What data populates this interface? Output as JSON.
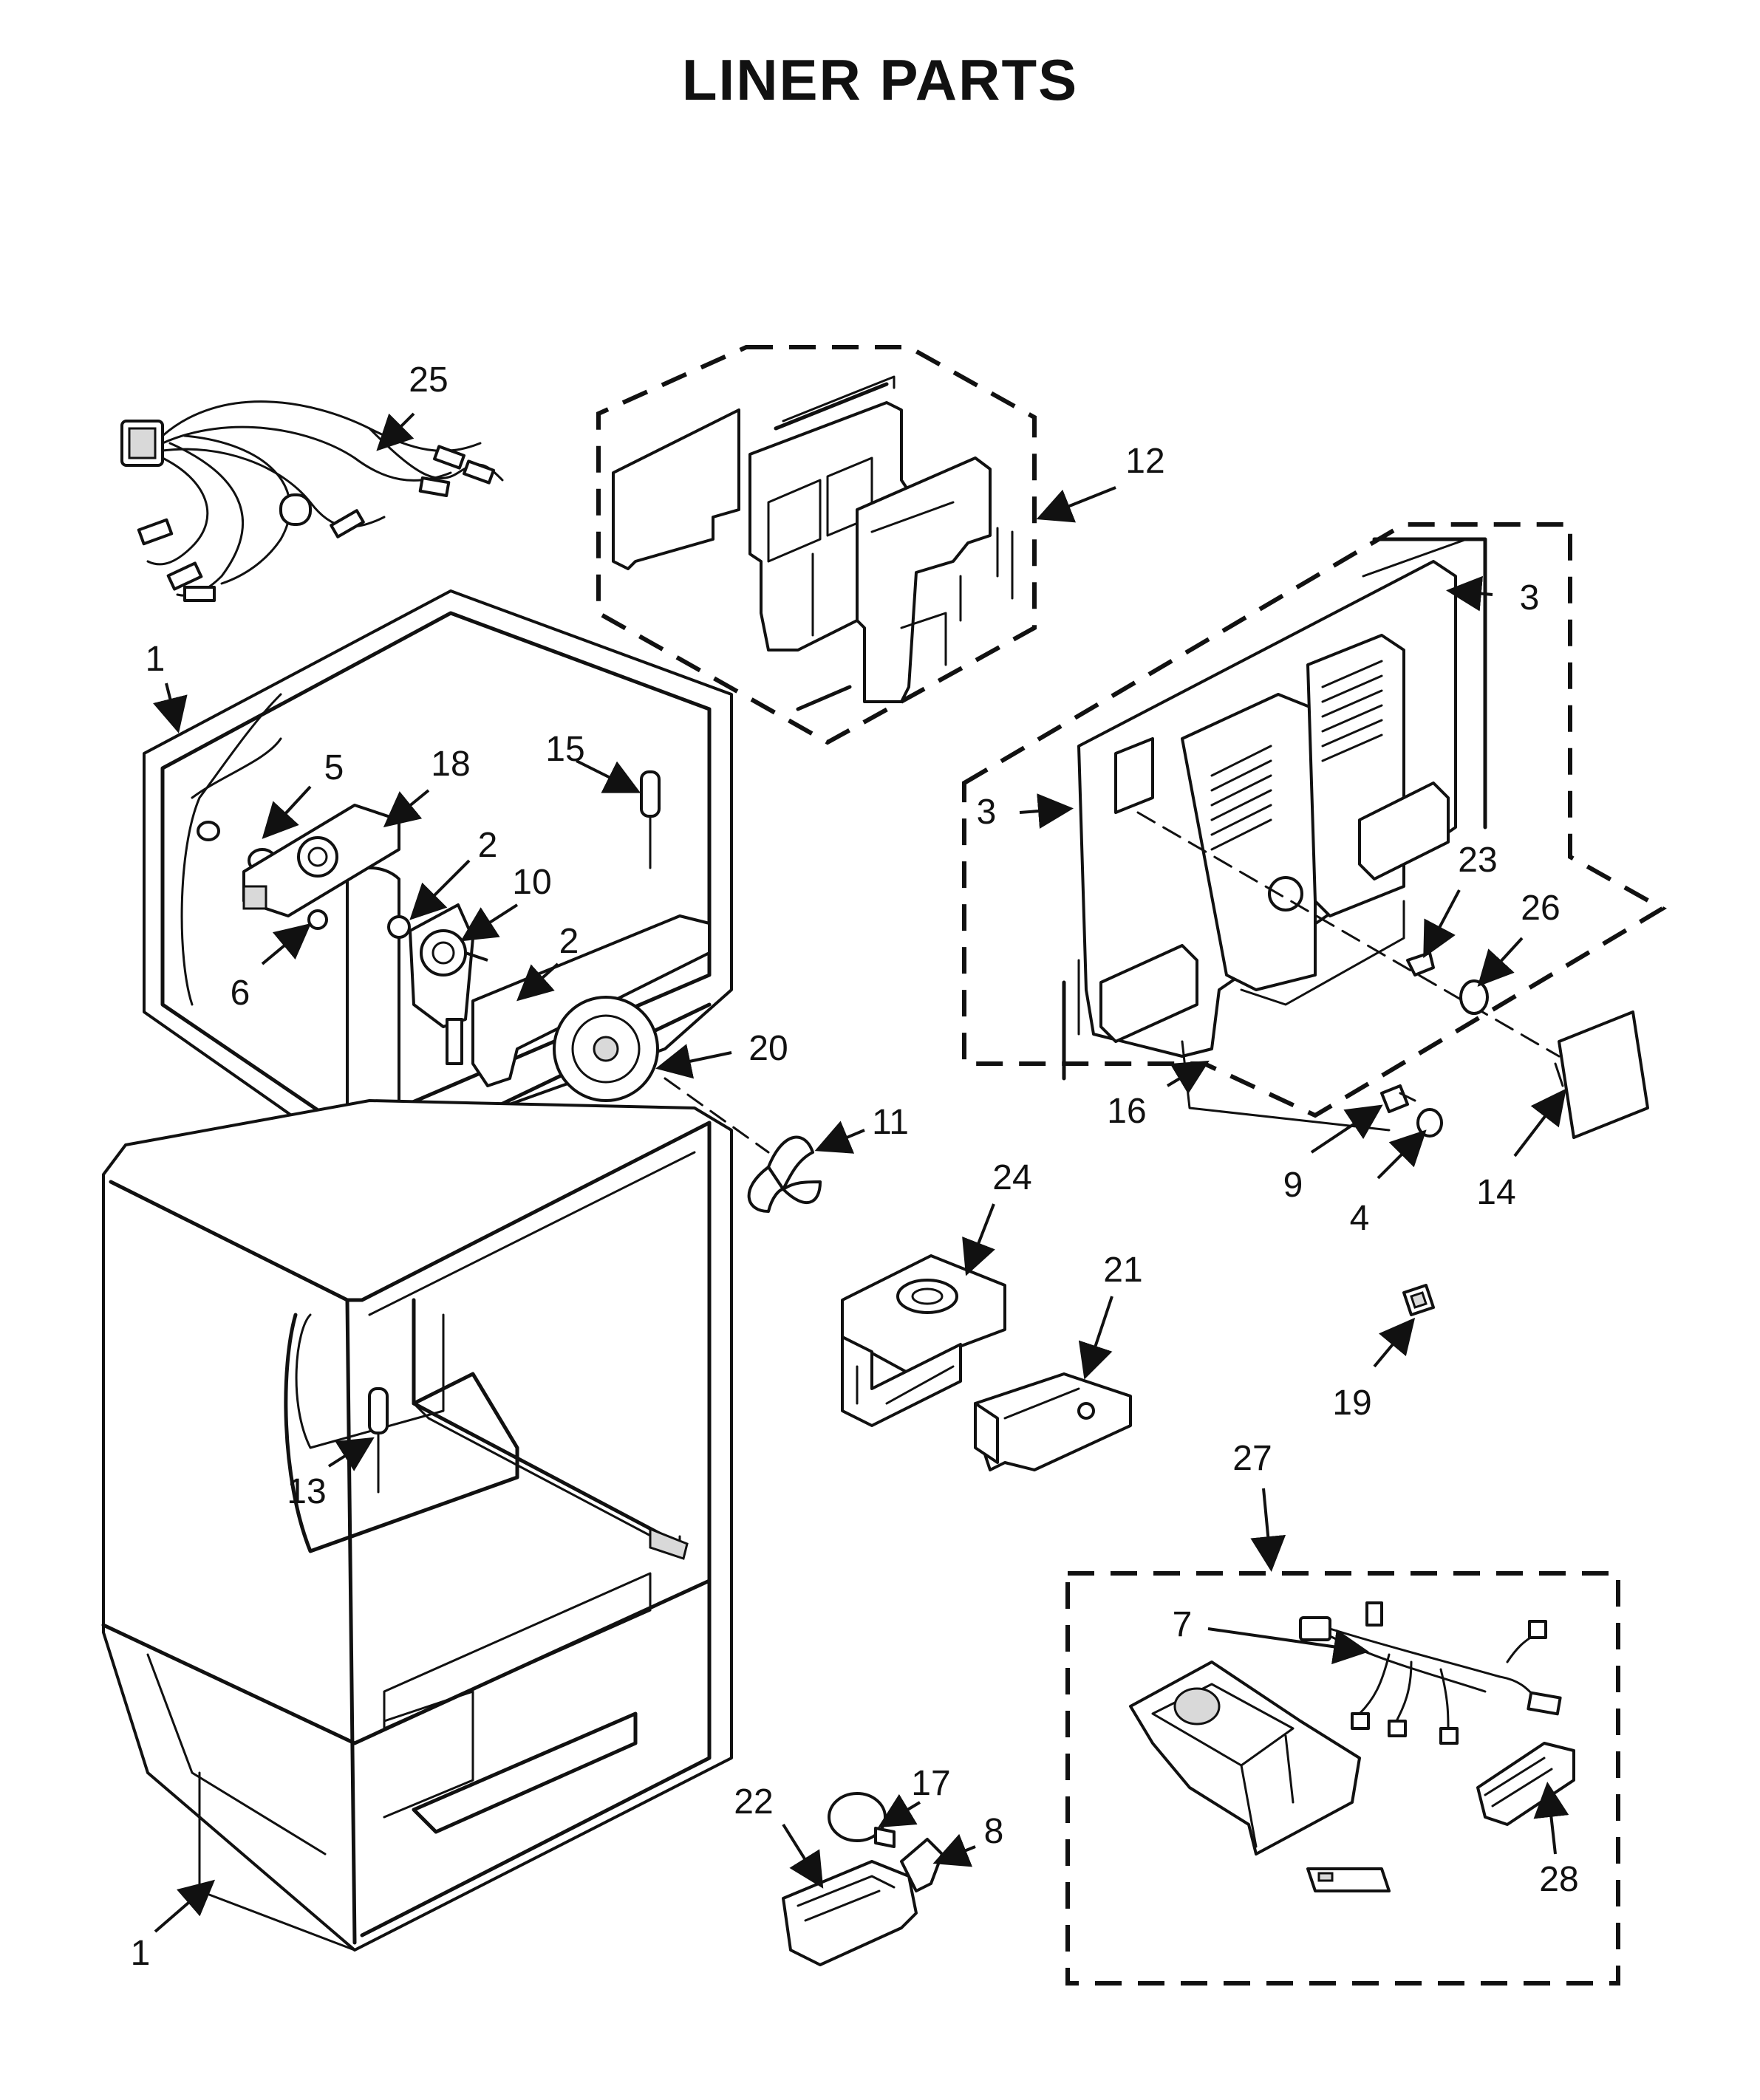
{
  "title": "LINER PARTS",
  "callouts": [
    "25",
    "12",
    "3",
    "3",
    "1",
    "5",
    "18",
    "15",
    "2",
    "10",
    "2",
    "6",
    "20",
    "11",
    "23",
    "26",
    "16",
    "9",
    "4",
    "14",
    "24",
    "21",
    "19",
    "13",
    "27",
    "7",
    "22",
    "17",
    "8",
    "28",
    "1"
  ]
}
